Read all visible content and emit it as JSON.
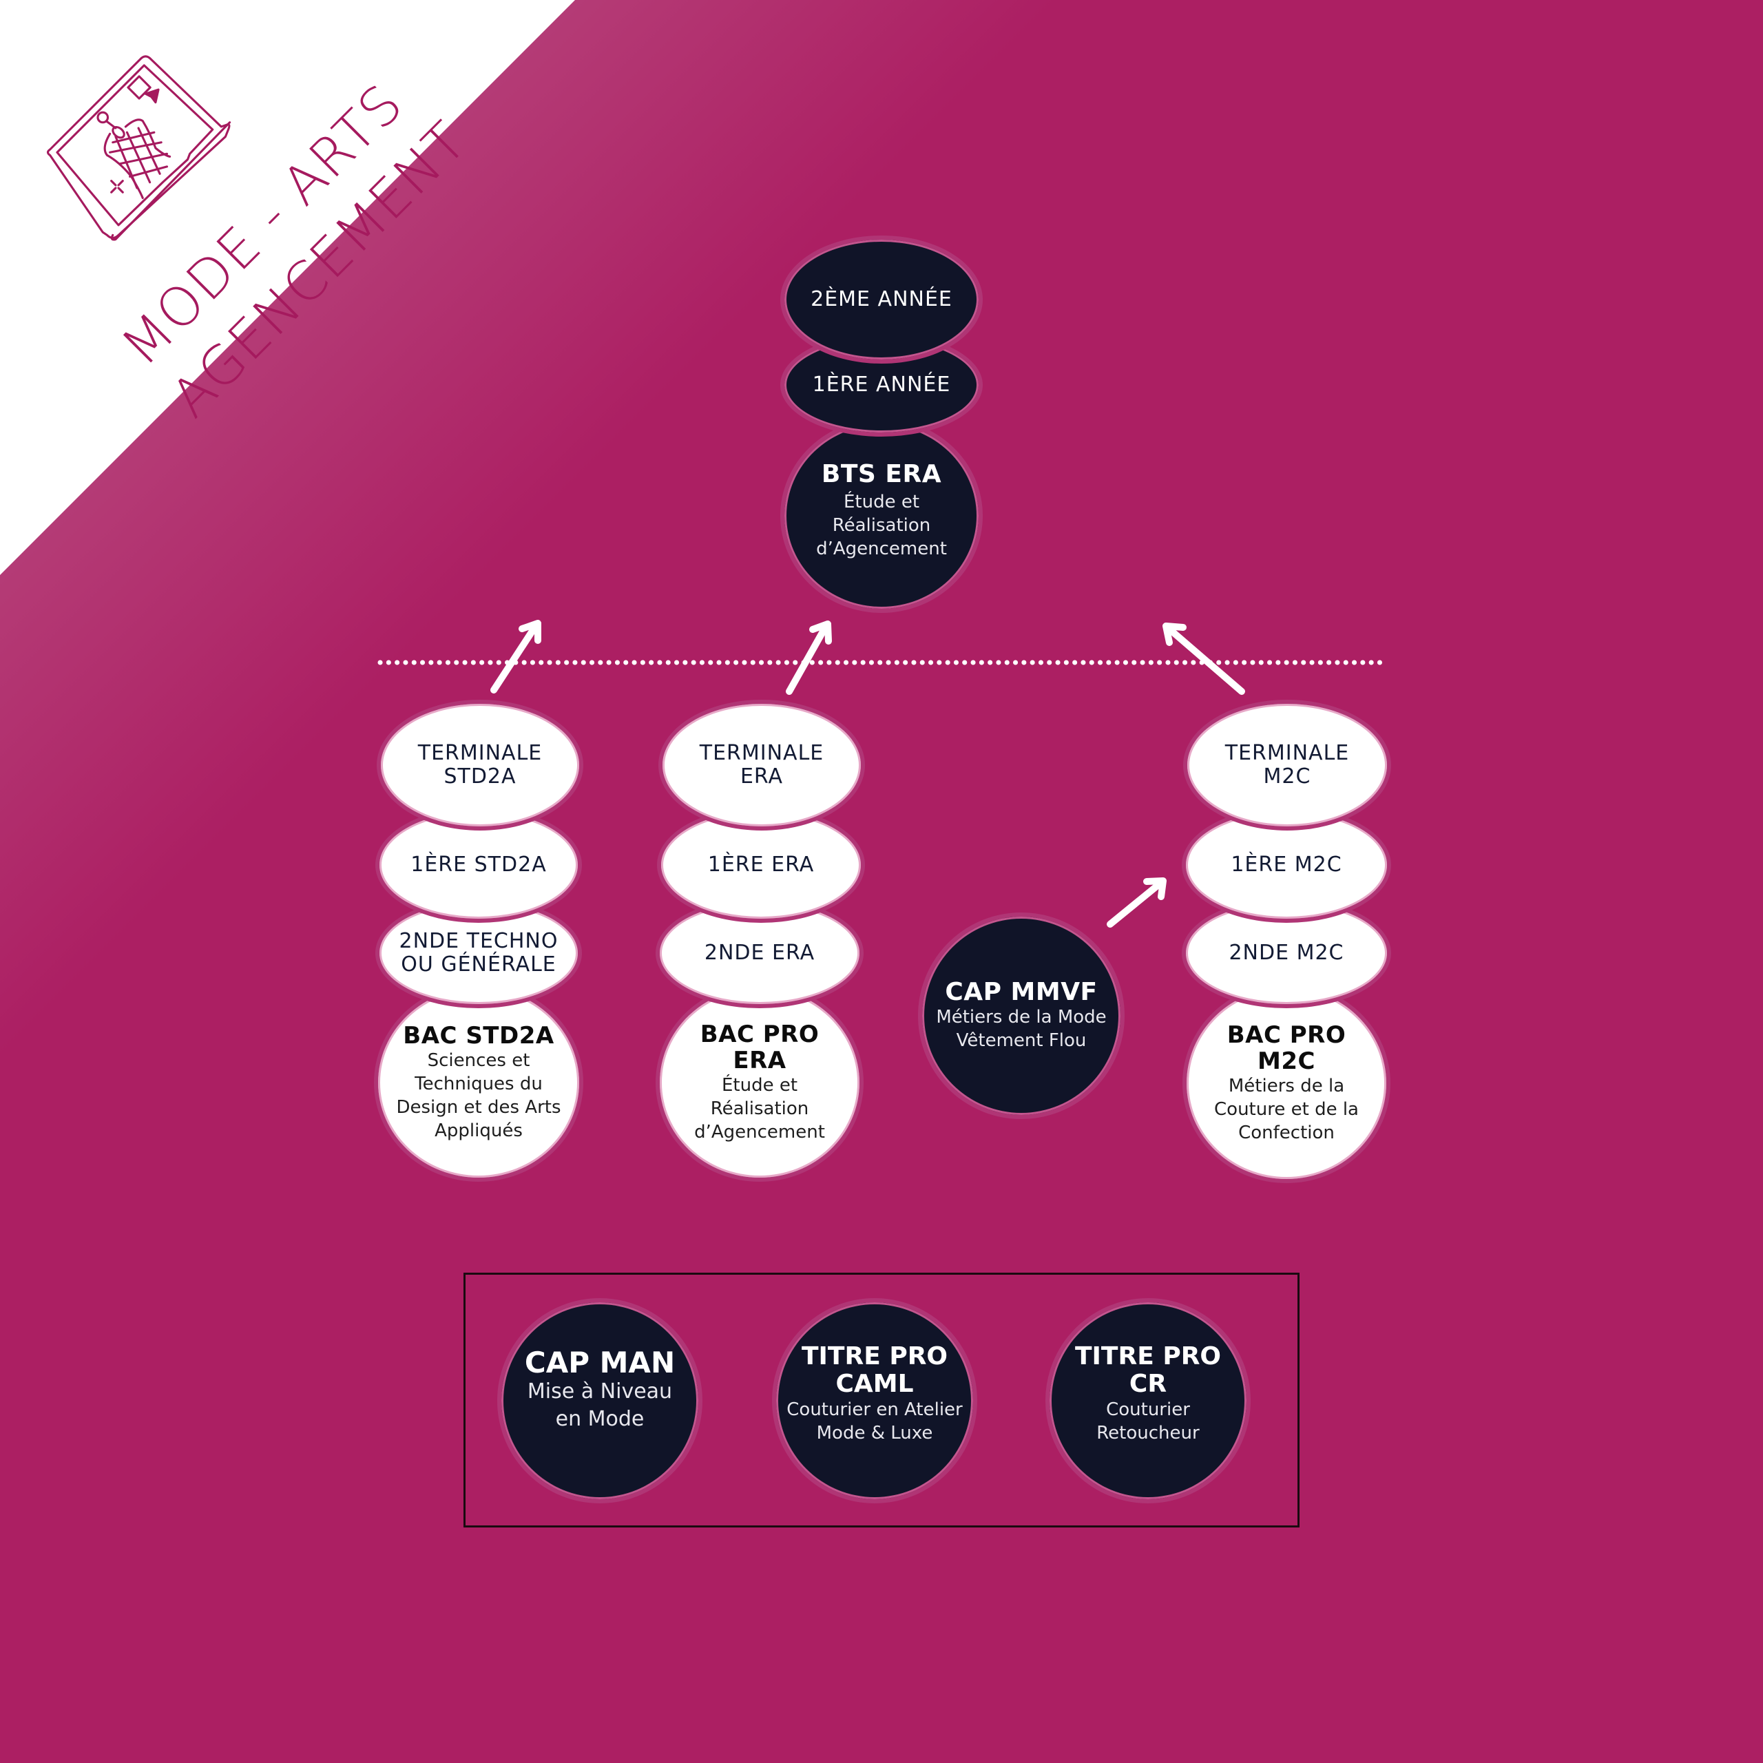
{
  "brand": {
    "title_line1": "MODE - ARTS",
    "title_line2": "AGENCEMENT",
    "logo_icon": "laptop-dress-form-icon",
    "colors": {
      "background": "#ac1f63",
      "background_light": "#c05a8c",
      "corner": "#ffffff",
      "accent": "#a51a5e",
      "dark_node": "#101428",
      "light_node": "#ffffff",
      "arrow": "#ffffff"
    }
  },
  "bts": {
    "levels": [
      "2ÈME ANNÉE",
      "1ÈRE ANNÉE"
    ],
    "title": "BTS ERA",
    "description": [
      "Étude et",
      "Réalisation",
      "d’Agencement"
    ]
  },
  "stacks": [
    {
      "levels": [
        "TERMINALE\nSTD2A",
        "1ÈRE STD2A",
        "2NDE TECHNO\nOU GÉNÉRALE"
      ],
      "title": "BAC STD2A",
      "description": [
        "Sciences et",
        "Techniques du",
        "Design et des Arts",
        "Appliqués"
      ]
    },
    {
      "levels": [
        "TERMINALE\nERA",
        "1ÈRE ERA",
        "2NDE ERA"
      ],
      "title": "BAC PRO\nERA",
      "description": [
        "Étude et",
        "Réalisation",
        "d’Agencement"
      ]
    },
    {
      "levels": [
        "TERMINALE\nM2C",
        "1ÈRE M2C",
        "2NDE M2C"
      ],
      "title": "BAC PRO\nM2C",
      "description": [
        "Métiers de la",
        "Couture et de la",
        "Confection"
      ]
    }
  ],
  "cap_mmvf": {
    "title": "CAP MMVF",
    "description": [
      "Métiers de la Mode",
      "Vêtement Flou"
    ]
  },
  "other_programs": [
    {
      "title": "CAP MAN",
      "description": [
        "Mise à Niveau",
        "en Mode"
      ]
    },
    {
      "title": "TITRE PRO\nCAML",
      "description": [
        "Couturier en Atelier",
        "Mode & Luxe"
      ]
    },
    {
      "title": "TITRE PRO\nCR",
      "description": [
        "Couturier",
        "Retoucheur"
      ]
    }
  ]
}
